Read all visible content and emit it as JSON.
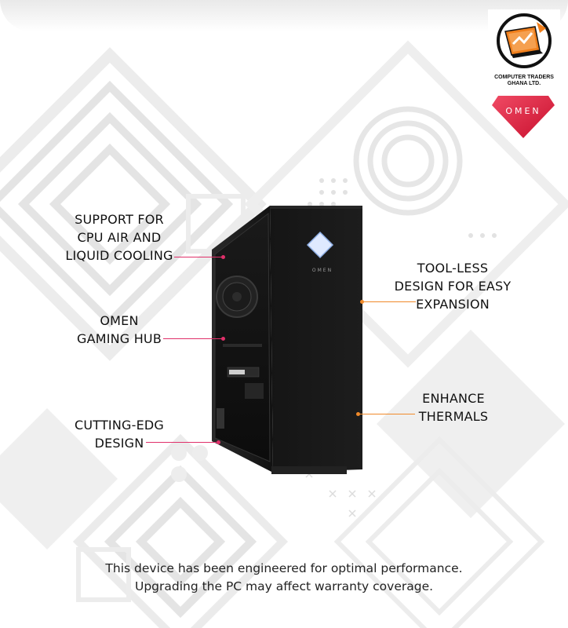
{
  "dealer": {
    "name_line1": "COMPUTER TRADERS",
    "name_line2": "GHANA LTD."
  },
  "brand_badge": {
    "text": "OMEN"
  },
  "product": {
    "front_label": "OMEN"
  },
  "callouts": {
    "left": [
      {
        "lines": [
          "SUPPORT FOR",
          "CPU AIR AND",
          "LIQUID COOLING"
        ]
      },
      {
        "lines": [
          "OMEN",
          "GAMING HUB"
        ]
      },
      {
        "lines": [
          "CUTTING-EDG",
          "DESIGN"
        ]
      }
    ],
    "right": [
      {
        "lines": [
          "TOOL-LESS",
          "DESIGN FOR EASY",
          "EXPANSION"
        ]
      },
      {
        "lines": [
          "ENHANCE",
          "THERMALS"
        ]
      }
    ]
  },
  "disclaimer": {
    "line1": "This device has been engineered for optimal performance.",
    "line2": "Upgrading the PC may affect warranty coverage."
  },
  "colors": {
    "left_accent": "#e0306a",
    "right_accent": "#f08a2a",
    "logo_orange": "#f07f1c",
    "omen_badge_red": "#e8284a"
  },
  "icons": {
    "dealer_logo": "laptop-arrow-logo",
    "brand_logo": "omen-diamond-logo"
  }
}
